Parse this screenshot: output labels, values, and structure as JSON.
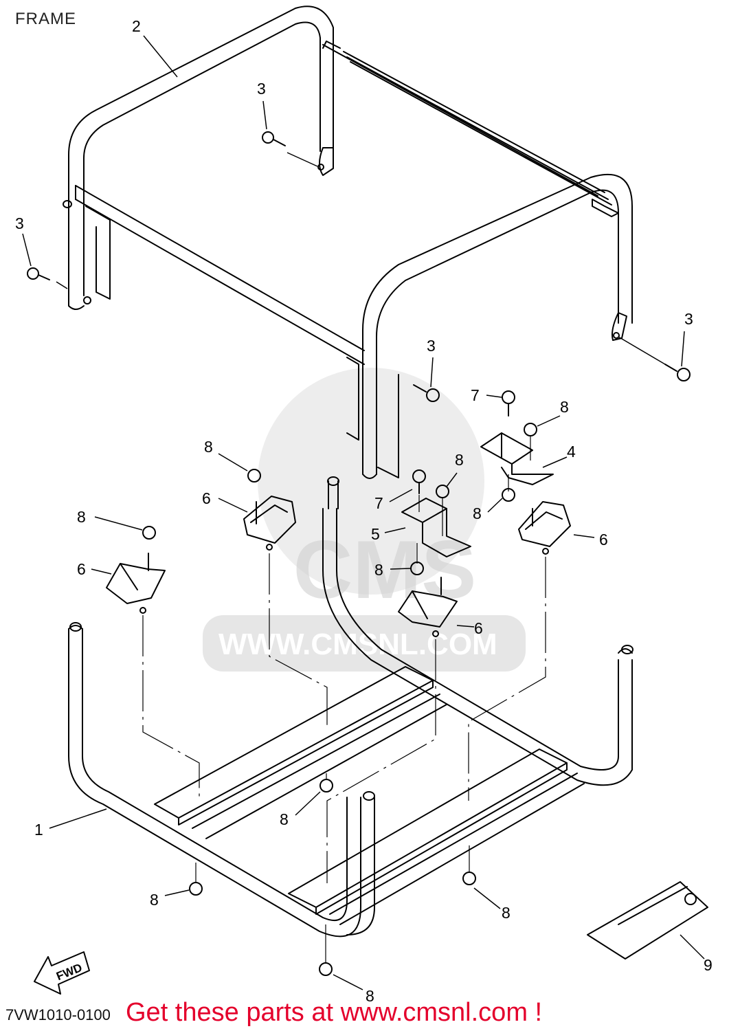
{
  "header": {
    "title": "FRAME"
  },
  "footer": {
    "code": "7VW1010-0100",
    "promo": "Get these parts at www.cmsnl.com !"
  },
  "watermark": {
    "url": "WWW.CMSNL.COM",
    "brand": "CMS"
  },
  "fwd_arrow": {
    "label": "FWD"
  },
  "callouts": [
    {
      "id": "c2",
      "text": "2"
    },
    {
      "id": "c3a",
      "text": "3"
    },
    {
      "id": "c3b",
      "text": "3"
    },
    {
      "id": "c3c",
      "text": "3"
    },
    {
      "id": "c3d",
      "text": "3"
    },
    {
      "id": "c7a",
      "text": "7"
    },
    {
      "id": "c8a",
      "text": "8"
    },
    {
      "id": "c4",
      "text": "4"
    },
    {
      "id": "c8b",
      "text": "8"
    },
    {
      "id": "c8c",
      "text": "8"
    },
    {
      "id": "c6a",
      "text": "6"
    },
    {
      "id": "c7b",
      "text": "7"
    },
    {
      "id": "c8d",
      "text": "8"
    },
    {
      "id": "c5",
      "text": "5"
    },
    {
      "id": "c6b",
      "text": "6"
    },
    {
      "id": "c8e",
      "text": "8"
    },
    {
      "id": "c6c",
      "text": "6"
    },
    {
      "id": "c8f",
      "text": "8"
    },
    {
      "id": "c6d",
      "text": "6"
    },
    {
      "id": "c1",
      "text": "1"
    },
    {
      "id": "c8g",
      "text": "8"
    },
    {
      "id": "c8h",
      "text": "8"
    },
    {
      "id": "c8i",
      "text": "8"
    },
    {
      "id": "c8j",
      "text": "8"
    },
    {
      "id": "c9",
      "text": "9"
    }
  ]
}
